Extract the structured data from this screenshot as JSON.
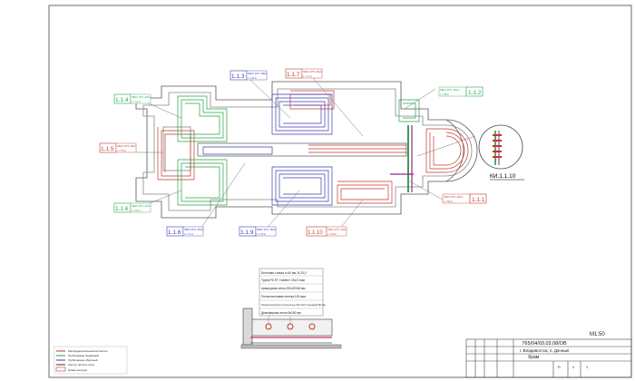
{
  "sheet": {
    "scale": "М1:50",
    "doc_code": "765/04/03.03.08/ОВ",
    "location": "г. Владивосток, п. Дачный",
    "title": "Храм",
    "stage": "П",
    "sheet_no": "1",
    "sheets_total": "1"
  },
  "callouts": [
    {
      "id": "c113",
      "label": "1.1.3",
      "note_a": "ПЕКС 20*2 -38м/ч",
      "note_b": "L = 62 м",
      "color": "#3b3bb3"
    },
    {
      "id": "c117",
      "label": "1.1.7",
      "note_a": "ПЕКС 20*2 -36м/ч",
      "note_b": "L = 71 м",
      "color": "#c0392b"
    },
    {
      "id": "c114",
      "label": "1.1.4",
      "note_a": "ПЕКС 20*2 -33м/ч",
      "note_b": "L = 72 м",
      "color": "#27a34a"
    },
    {
      "id": "c112",
      "label": "1.1.2",
      "note_a": "ПЕКС 20*2 -29м/ч",
      "note_b": "L = 58 м",
      "color": "#27a34a"
    },
    {
      "id": "c115",
      "label": "1.1.5",
      "note_a": "ПЕКС 20*2 -35м/ч",
      "note_b": "L = 70 м",
      "color": "#c0392b"
    },
    {
      "id": "c116b",
      "label": "1.1.6",
      "note_a": "ПЕКС 20*2 -31м/ч",
      "note_b": "L = 60 м",
      "color": "#27a34a"
    },
    {
      "id": "c116",
      "label": "1.1.6",
      "note_a": "ПЕКС 20*2 -36м/ч",
      "note_b": "L = 71 м",
      "color": "#3b3bb3"
    },
    {
      "id": "c119",
      "label": "1.1.9",
      "note_a": "ПЕКС 20*2 -38м/ч",
      "note_b": "L = 73 м",
      "color": "#3b3bb3"
    },
    {
      "id": "c1110",
      "label": "1.1.10",
      "note_a": "ПЕКС 20*2 -34м/ч",
      "note_b": "L = 65 м",
      "color": "#c0392b"
    },
    {
      "id": "c111",
      "label": "1.1.1",
      "note_a": "ПЕКС 20*2 -30м/ч",
      "note_b": "L = 55 м",
      "color": "#c0392b"
    },
    {
      "id": "ki",
      "label": "КИ.1.1.10",
      "note_a": "",
      "note_b": "",
      "color": "#000000"
    }
  ],
  "section": {
    "layers": [
      "Бетонная стяжка h=40 мм, В-20,0",
      "Труба PE-RT «Valtec» 20х2,0 мм",
      "Арматурная сетка 200х200х5 мм",
      "Полиэтиленовая пленка 100 мкм",
      "Пенополистирол плотностью 35 кг/м³ толщиной 50 мм",
      "Демпферная лента 8х150 мм"
    ]
  },
  "legend": [
    "Распределительный коллектор",
    "Трубопровод подающий",
    "Трубопровод обратный",
    "Контур тёплого пола",
    "Номер контура"
  ],
  "legend_colors": [
    "#c0392b",
    "#27a34a",
    "#3b3bb3",
    "#333333"
  ]
}
